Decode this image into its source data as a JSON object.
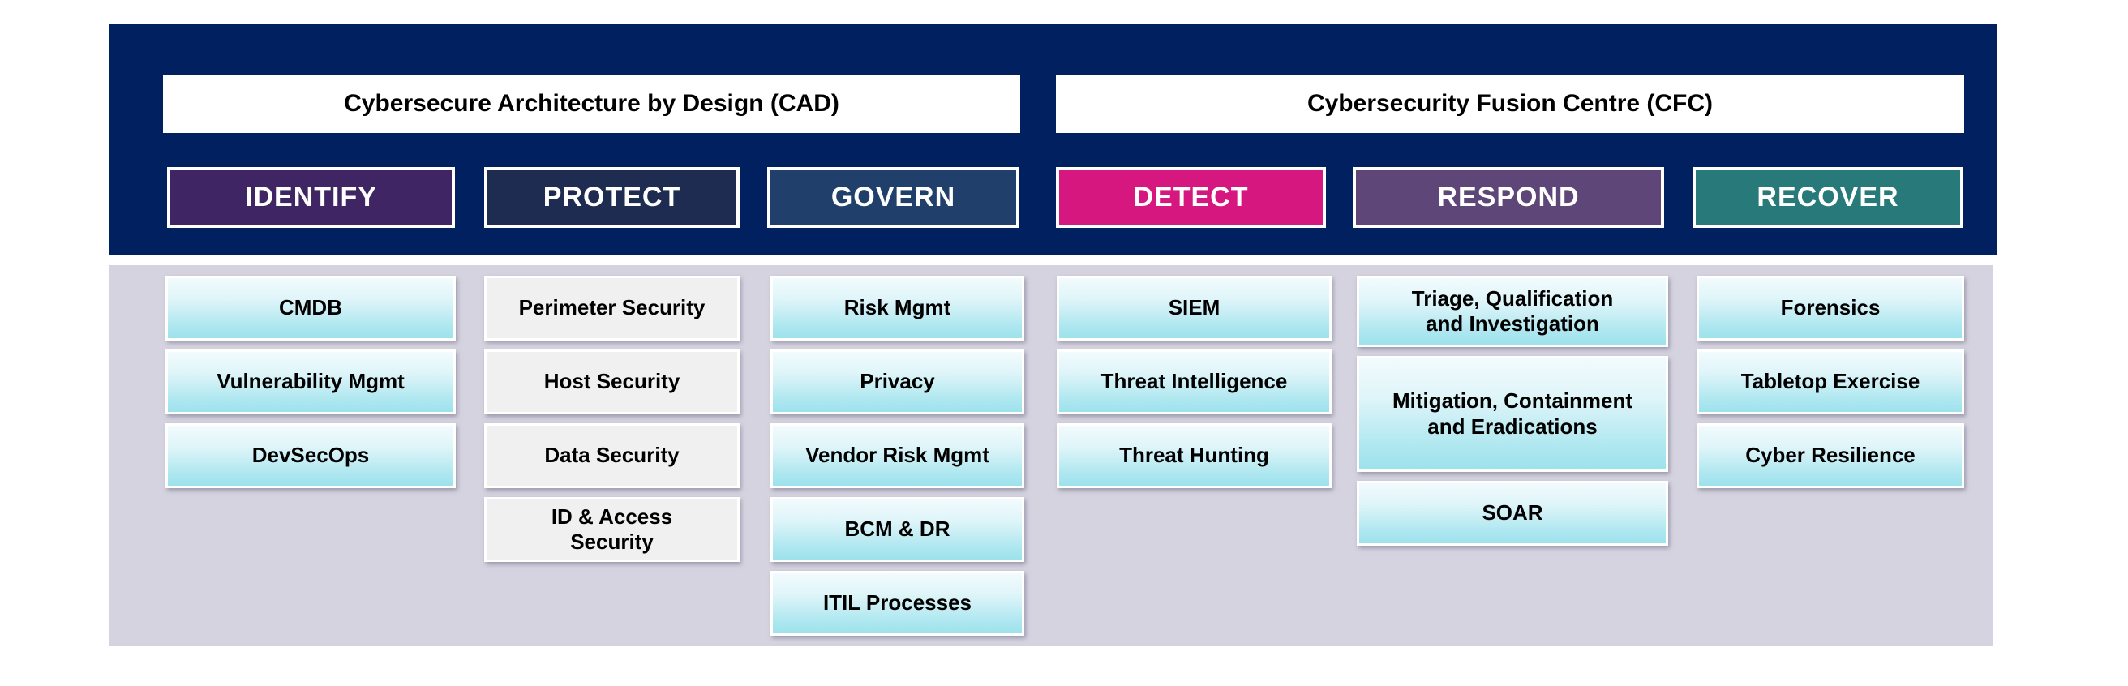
{
  "header": {
    "background": "#00205F",
    "groups": [
      {
        "id": "cad",
        "title": "Cybersecure Architecture by Design (CAD)"
      },
      {
        "id": "cfc",
        "title": "Cybersecurity Fusion Centre (CFC)"
      }
    ],
    "phases": [
      {
        "label": "IDENTIFY",
        "color": "#3F2563",
        "group": "CAD"
      },
      {
        "label": "PROTECT",
        "color": "#1E2C51",
        "group": "CAD"
      },
      {
        "label": "GOVERN",
        "color": "#20406B",
        "group": "CAD"
      },
      {
        "label": "DETECT",
        "color": "#D5177F",
        "group": "CFC"
      },
      {
        "label": "RESPOND",
        "color": "#5E4778",
        "group": "CFC"
      },
      {
        "label": "RECOVER",
        "color": "#28797A",
        "group": "CFC"
      }
    ]
  },
  "body": {
    "background": "#D5D3DF",
    "item_styles": {
      "cyan_gradient_top": "#F2FBFD",
      "cyan_gradient_bottom": "#9DE2EC",
      "gray_fill": "#F1F0F0",
      "border": "#FFFFFF"
    },
    "columns": [
      {
        "phase": "IDENTIFY",
        "style": "cyan",
        "items": [
          "CMDB",
          "Vulnerability Mgmt",
          "DevSecOps"
        ]
      },
      {
        "phase": "PROTECT",
        "style": "gray",
        "items": [
          "Perimeter Security",
          "Host Security",
          "Data Security",
          "ID & Access Security"
        ]
      },
      {
        "phase": "GOVERN",
        "style": "cyan",
        "items": [
          "Risk Mgmt",
          "Privacy",
          "Vendor Risk Mgmt",
          "BCM & DR",
          "ITIL Processes"
        ]
      },
      {
        "phase": "DETECT",
        "style": "cyan",
        "items": [
          "SIEM",
          "Threat Intelligence",
          "Threat Hunting"
        ]
      },
      {
        "phase": "RESPOND",
        "style": "cyan",
        "items": [
          "Triage, Qualification and Investigation",
          "Mitigation, Containment and Eradications",
          "SOAR"
        ]
      },
      {
        "phase": "RECOVER",
        "style": "cyan",
        "items": [
          "Forensics",
          "Tabletop Exercise",
          "Cyber Resilience"
        ]
      }
    ]
  }
}
